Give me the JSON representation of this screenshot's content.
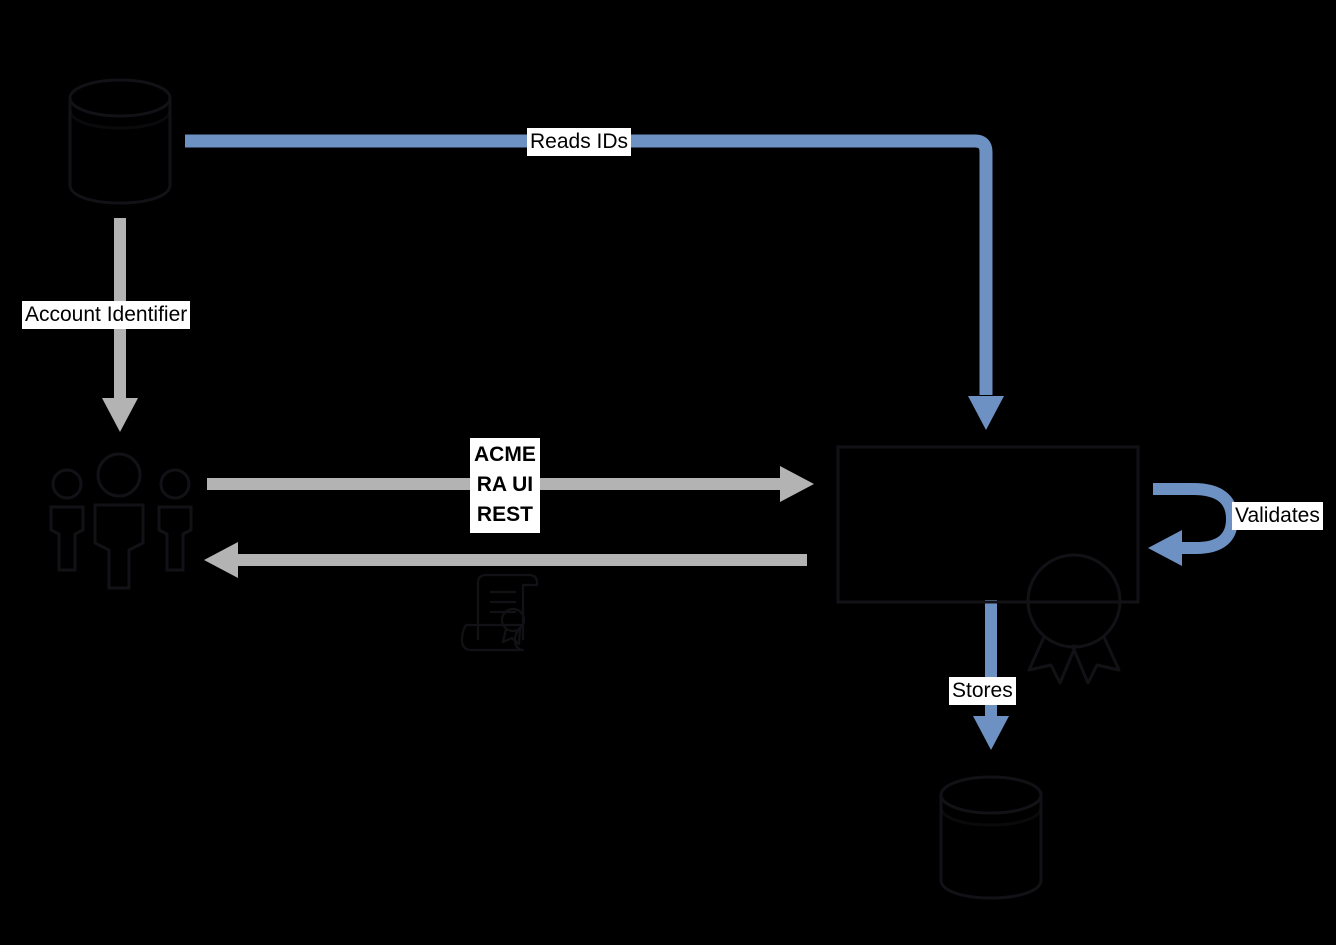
{
  "diagram": {
    "type": "architecture-flow",
    "background_color": "#000000",
    "accent_blue": "#6d91c2",
    "accent_gray": "#b3b3b3",
    "stroke_dark": "#121216",
    "label_background": "#ffffff",
    "label_text_color": "#000000",
    "nodes": [
      {
        "id": "source-database",
        "shape": "cylinder",
        "name": "source-database-cylinder",
        "label": ""
      },
      {
        "id": "users",
        "shape": "people-group",
        "name": "users-group-icon",
        "label": ""
      },
      {
        "id": "ra-server",
        "shape": "rectangle",
        "name": "ra-server-box",
        "label": ""
      },
      {
        "id": "certificate-badge",
        "shape": "award-badge",
        "name": "certificate-badge-icon",
        "label": ""
      },
      {
        "id": "certificate-scroll",
        "shape": "scroll-seal",
        "name": "certificate-scroll-icon",
        "label": ""
      },
      {
        "id": "target-database",
        "shape": "cylinder",
        "name": "target-database-cylinder",
        "label": ""
      }
    ],
    "edges": [
      {
        "id": "reads-ids",
        "from": "source-database",
        "to": "ra-server",
        "label": "Reads IDs",
        "color": "#6d91c2",
        "style": "orthogonal"
      },
      {
        "id": "account-identifier",
        "from": "source-database",
        "to": "users",
        "label": "Account Identifier",
        "color": "#b3b3b3",
        "style": "straight-down"
      },
      {
        "id": "acme-ra-ui-rest",
        "from": "users",
        "to": "ra-server",
        "label": "ACME\nRA UI\nREST",
        "label_lines": [
          "ACME",
          "RA UI",
          "REST"
        ],
        "color": "#b3b3b3",
        "style": "straight-right",
        "bold": true
      },
      {
        "id": "response",
        "from": "ra-server",
        "to": "users",
        "label": "",
        "color": "#b3b3b3",
        "style": "straight-left"
      },
      {
        "id": "validates",
        "from": "ra-server",
        "to": "ra-server",
        "label": "Validates",
        "color": "#6d91c2",
        "style": "self-loop"
      },
      {
        "id": "stores",
        "from": "ra-server",
        "to": "target-database",
        "label": "Stores",
        "color": "#6d91c2",
        "style": "straight-down"
      }
    ],
    "labels": {
      "reads_ids": "Reads IDs",
      "account_identifier": "Account Identifier",
      "acme_line1": "ACME",
      "acme_line2": "RA UI",
      "acme_line3": "REST",
      "validates": "Validates",
      "stores": "Stores"
    }
  }
}
